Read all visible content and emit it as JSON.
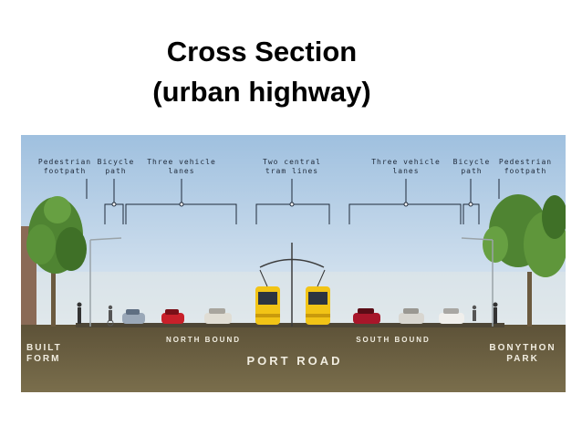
{
  "title": {
    "line1": "Cross Section",
    "line2": "(urban highway)"
  },
  "top_labels": {
    "ped_left": "Pedestrian\nfootpath",
    "bike_left": "Bicycle\npath",
    "lanes_left": "Three vehicle\nlanes",
    "tram": "Two central\ntram lines",
    "lanes_right": "Three vehicle\nlanes",
    "bike_right": "Bicycle\npath",
    "ped_right": "Pedestrian\nfootpath"
  },
  "road_labels": {
    "built_form": "BUILT\nFORM",
    "north_bound": "NORTH BOUND",
    "south_bound": "SOUTH BOUND",
    "port_road": "PORT ROAD",
    "bonython_park": "BONYTHON\nPARK"
  },
  "colors": {
    "sky_top": "#9fc0df",
    "sky_bottom": "#dde8f2",
    "ground": "#6b6042",
    "tram": "#f2c416",
    "tree": "#4a7d2e"
  }
}
